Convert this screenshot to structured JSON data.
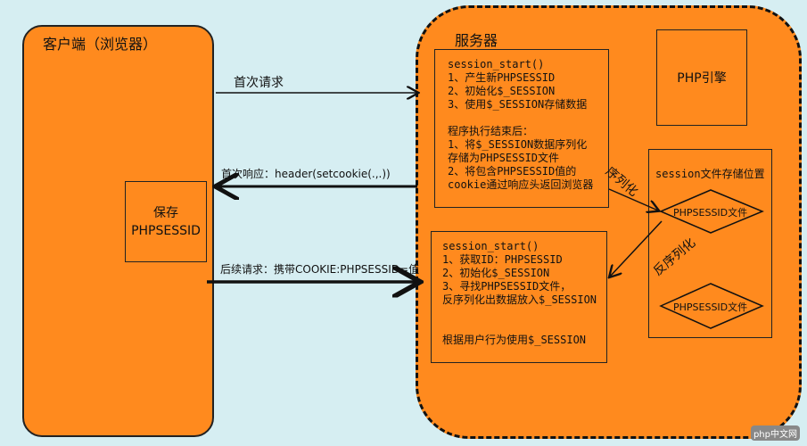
{
  "client": {
    "title": "客户端（浏览器）",
    "save_line1": "保存",
    "save_line2": "PHPSESSID"
  },
  "server": {
    "title": "服务器",
    "first_box": "session_start()\n1、产生新PHPSESSID\n2、初始化$_SESSION\n3、使用$_SESSION存储数据\n\n程序执行结束后：\n1、将$_SESSION数据序列化\n存储为PHPSESSID文件\n2、将包含PHPSESSID值的\ncookie通过响应头返回浏览器",
    "second_box": "session_start()\n1、获取ID：PHPSESSID\n2、初始化$_SESSION\n3、寻找PHPSESSID文件，\n反序列化出数据放入$_SESSION\n\n\n根据用户行为使用$_SESSION",
    "engine": "PHP引擎",
    "storage_title": "session文件存储位置",
    "file1": "PHPSESSID文件",
    "file2": "PHPSESSID文件"
  },
  "arrows": {
    "first_request": "首次请求",
    "first_response": "首次响应：header(setcookie(.,.))",
    "subsequent_request": "后续请求：携带COOKIE:PHPSESSID=值",
    "serialize": "序列化",
    "unserialize": "反序列化"
  },
  "watermark": "php中文网"
}
